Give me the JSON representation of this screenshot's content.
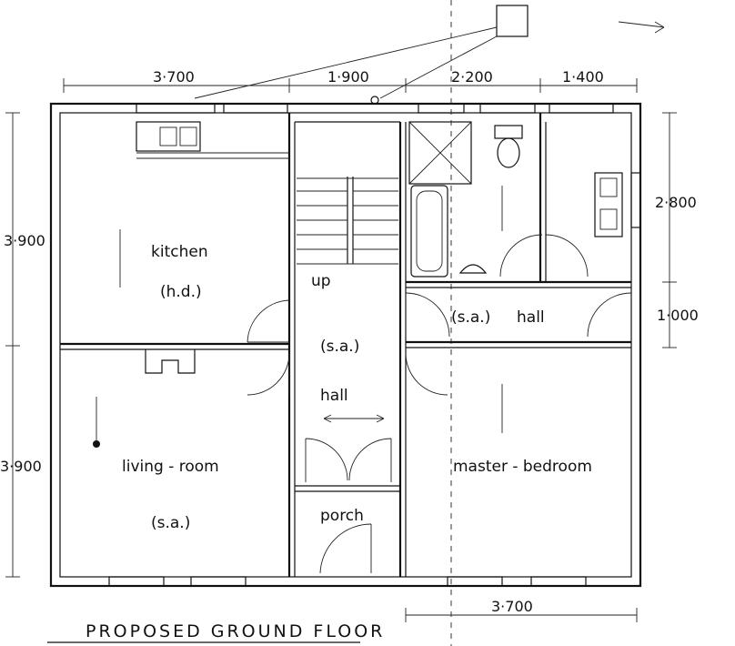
{
  "plan": {
    "title": "PROPOSED  GROUND  FLOOR",
    "rooms": {
      "kitchen": "kitchen",
      "kitchen_note": "(h.d.)",
      "living_room": "living - room",
      "living_note": "(s.a.)",
      "up": "up",
      "hall_note": "(s.a.)",
      "hall": "hall",
      "porch": "porch",
      "sa_hall_note": "(s.a.)",
      "sa_hall": "hall",
      "master_bedroom": "master - bedroom"
    },
    "dimensions": {
      "top_1": "3·700",
      "top_2": "1·900",
      "top_3": "2·200",
      "top_4": "1·400",
      "left_upper": "3·900",
      "left_lower": "3·900",
      "right_upper": "2·800",
      "right_mid": "1·000",
      "bottom": "3·700"
    }
  }
}
